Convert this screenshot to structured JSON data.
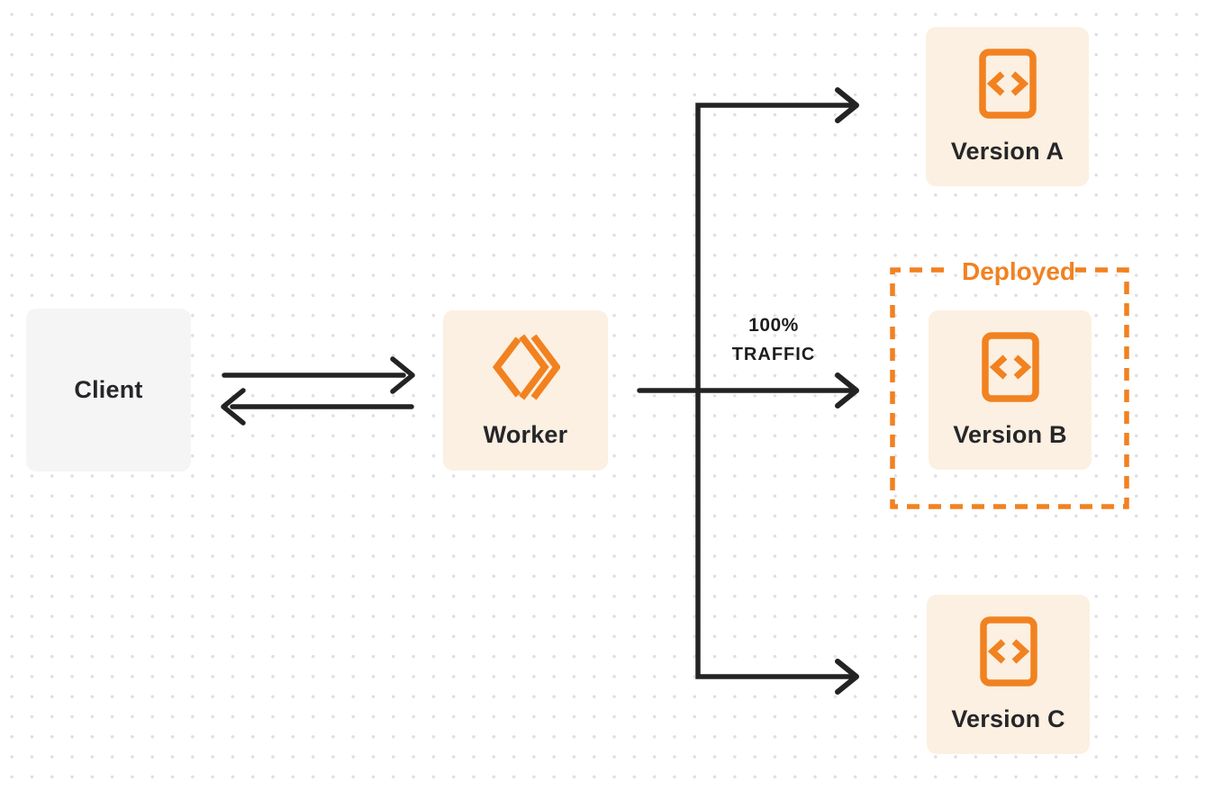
{
  "colors": {
    "accent_orange": "#F28120",
    "node_cream_bg": "#FBF0E1",
    "client_gray_bg": "#F5F5F6",
    "arrow_dark": "#232323",
    "dot_grid": "#DEDEE2"
  },
  "nodes": {
    "client": {
      "label": "Client"
    },
    "worker": {
      "label": "Worker",
      "icon": "cloudflare-workers-icon"
    },
    "version_a": {
      "label": "Version A",
      "icon": "code-file-icon"
    },
    "version_b": {
      "label": "Version B",
      "icon": "code-file-icon"
    },
    "version_c": {
      "label": "Version C",
      "icon": "code-file-icon"
    }
  },
  "deployed_group": {
    "label": "Deployed"
  },
  "traffic_label": {
    "line1": "100%",
    "line2": "TRAFFIC"
  }
}
